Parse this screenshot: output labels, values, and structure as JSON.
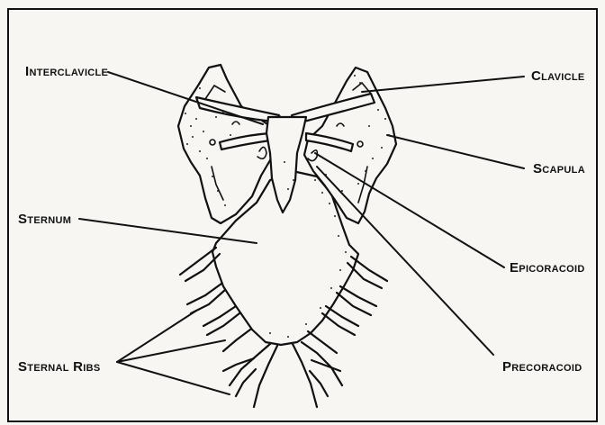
{
  "labels": {
    "interclavicle": "Interclavicle",
    "clavicle": "Clavicle",
    "scapula": "Scapula",
    "sternum": "Sternum",
    "epicoracoid": "Epicoracoid",
    "sternal_ribs": "Sternal Ribs",
    "precoracoid": "Precoracoid"
  },
  "colors": {
    "ink": "#111111",
    "paper": "#f7f6f2"
  }
}
